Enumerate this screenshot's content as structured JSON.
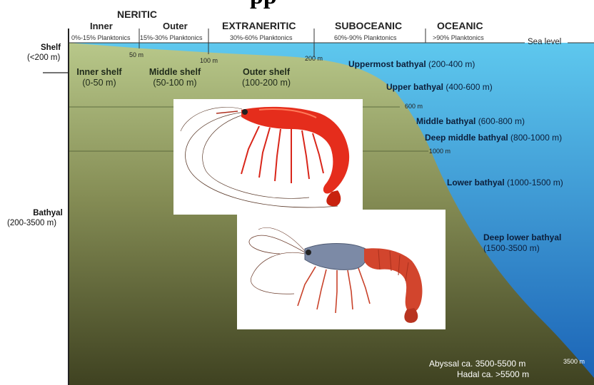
{
  "title_partial": "pp",
  "colors": {
    "sea_top": "#5ec8ee",
    "sea_bottom": "#1a62b5",
    "shelf_top": "#b8c88a",
    "shelf_bottom": "#474a26",
    "shrimp_red": "#e52d1c",
    "shrimp_blue": "#7c8aa6"
  },
  "headers": {
    "neritic": "NERITIC",
    "inner": "Inner",
    "outer": "Outer",
    "extraneritic": "EXTRANERITIC",
    "suboceanic": "SUBOCEANIC",
    "oceanic": "OCEANIC"
  },
  "planktonics": {
    "inner": "0%-15% Planktonics",
    "outer": "15%-30% Planktonics",
    "extraneritic": "30%-60% Planktonics",
    "suboceanic": "60%-90% Planktonics",
    "oceanic": ">90% Planktonics"
  },
  "sea_level": "Sea level",
  "left": {
    "shelf": "Shelf",
    "shelf_range": "(<200 m)",
    "bathyal": "Bathyal",
    "bathyal_range": "(200-3500 m)"
  },
  "depths": {
    "d50": "50 m",
    "d100": "100 m",
    "d200": "200 m",
    "d600": "600 m",
    "d1000": "1000 m",
    "d3500": "3500 m"
  },
  "shelf_zones": [
    {
      "name": "Inner shelf",
      "range": "(0-50 m)"
    },
    {
      "name": "Middle shelf",
      "range": "(50-100 m)"
    },
    {
      "name": "Outer shelf",
      "range": "(100-200 m)"
    }
  ],
  "bathyal_zones": [
    {
      "name": "Uppermost bathyal",
      "range": "(200-400 m)"
    },
    {
      "name": "Upper bathyal",
      "range": "(400-600 m)"
    },
    {
      "name": "Middle bathyal",
      "range": "(600-800 m)"
    },
    {
      "name": "Deep middle bathyal",
      "range": "(800-1000 m)"
    },
    {
      "name": "Lower bathyal",
      "range": "(1000-1500 m)"
    },
    {
      "name": "Deep lower bathyal",
      "range": "(1500-3500 m)"
    }
  ],
  "abyssal": "Abyssal ca. 3500-5500 m",
  "hadal": "Hadal ca. >5500 m",
  "images": [
    {
      "subject": "red deep-sea shrimp"
    },
    {
      "subject": "red shrimp with blue-grey carapace"
    }
  ]
}
